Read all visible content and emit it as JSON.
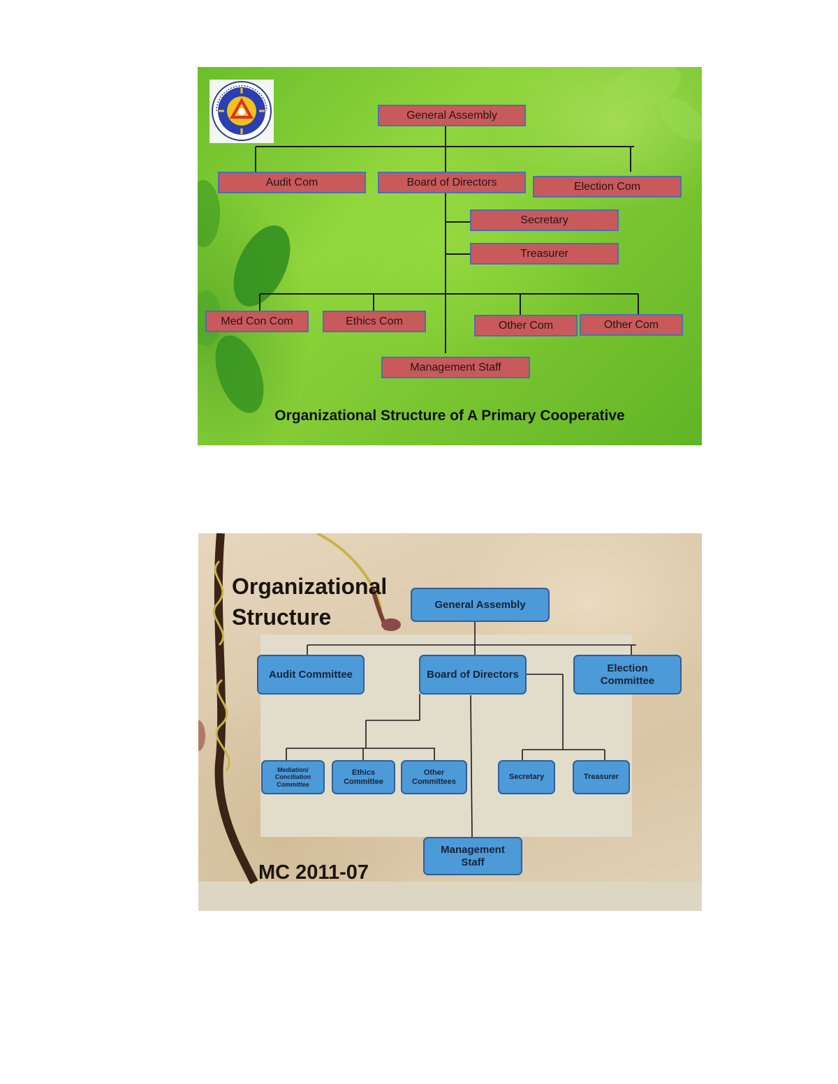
{
  "slide1": {
    "boxes": {
      "general_assembly": "General Assembly",
      "audit_com": "Audit Com",
      "board_of_directors": "Board of Directors",
      "election_com": "Election Com",
      "secretary": "Secretary",
      "treasurer": "Treasurer",
      "med_con_com": "Med Con Com",
      "ethics_com": "Ethics Com",
      "other_com_1": "Other Com",
      "other_com_2": "Other Com",
      "management_staff": "Management Staff"
    },
    "caption": "Organizational Structure of A Primary Cooperative",
    "seal_text": "Department of Finance · COOPERATIVE DEVELOPMENT AUTHORITY",
    "colors": {
      "box_fill": "#c85a5c",
      "box_border": "#4f6db3",
      "background": "#7cc832"
    }
  },
  "slide2": {
    "title": "Organizational\nStructure",
    "boxes": {
      "general_assembly": "General Assembly",
      "audit_committee": "Audit Committee",
      "board_of_directors": "Board of Directors",
      "election_committee": "Election\nCommittee",
      "mediation": "Mediation/\nConciliation\nCommittee",
      "ethics_committee": "Ethics\nCommittee",
      "other_committees": "Other\nCommittees",
      "secretary": "Secretary",
      "treasurer": "Treasurer",
      "management_staff": "Management\nStaff"
    },
    "footer_code": "MC 2011-07",
    "colors": {
      "box_fill": "#4d9ad8",
      "box_border": "#2f5f96",
      "background": "#dcc9aa"
    }
  }
}
